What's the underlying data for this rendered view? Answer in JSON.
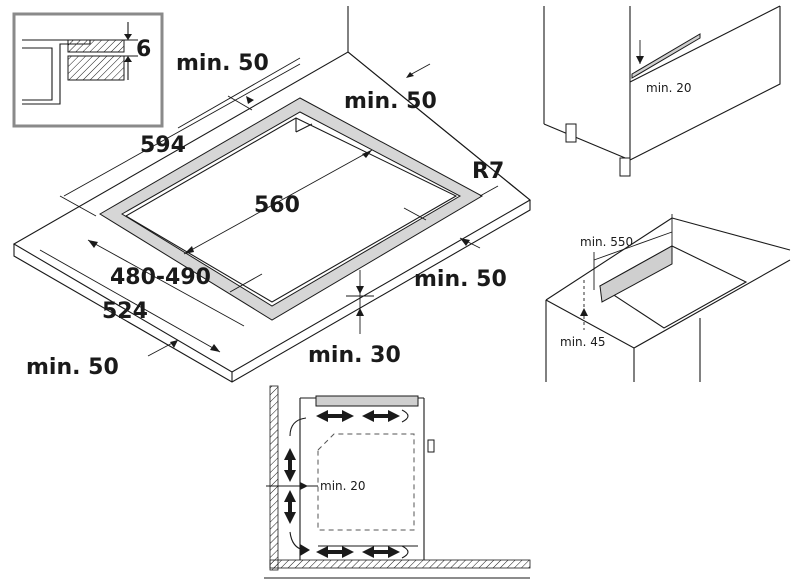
{
  "inset": {
    "thickness_label": "6"
  },
  "main": {
    "dim_top_left": "min. 50",
    "dim_top_right": "min. 50",
    "dim_width_outer": "594",
    "dim_width_inner": "560",
    "dim_radius": "R7",
    "dim_depth_cutout": "480-490",
    "dim_depth_outer": "524",
    "dim_right_side": "min. 50",
    "dim_bottom_left": "min. 50",
    "dim_front": "min. 30"
  },
  "top_right": {
    "gap_label": "min. 20"
  },
  "mid_right": {
    "width_label": "min. 550",
    "depth_label": "min. 45"
  },
  "bottom": {
    "gap_label": "min. 20"
  }
}
